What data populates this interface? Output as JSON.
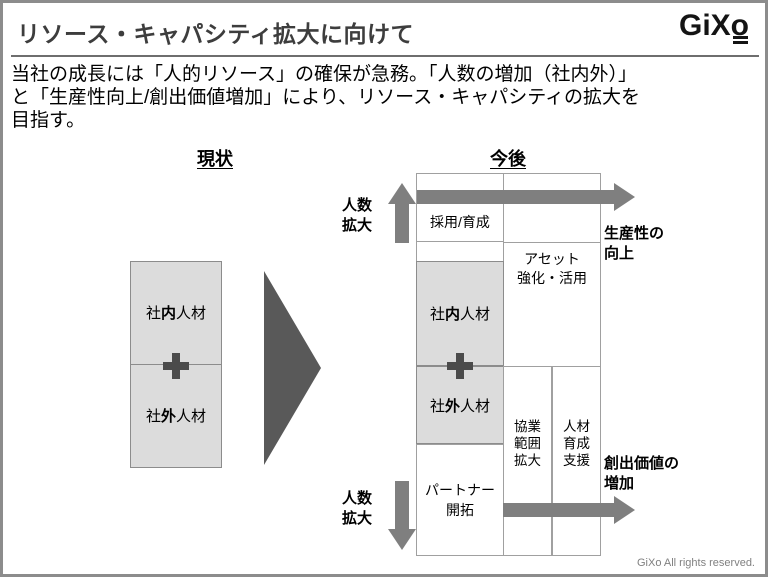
{
  "page": {
    "title": "リソース・キャパシティ拡大に向けて",
    "logo_text": "GiXo",
    "footer_text": "GiXo All rights reserved."
  },
  "intro": {
    "line1": "当社の成長には「人的リソース」の確保が急務。「人数の増加（社内外）」",
    "line2": "と「生産性向上/創出価値増加」により、リソース・キャパシティの拡大を",
    "line3": "目指す。"
  },
  "diagram": {
    "current_label": "現状",
    "future_label": "今後",
    "internal_talent": {
      "pre": "社",
      "emph": "内",
      "post": "人材"
    },
    "external_talent": {
      "pre": "社",
      "emph": "外",
      "post": "人材"
    },
    "recruit_label": "採用/育成",
    "asset": {
      "line1": "アセット",
      "line2": "強化・活用"
    },
    "partner": {
      "line1": "パートナー",
      "line2": "開拓"
    },
    "collab": {
      "line1": "協業",
      "line2": "範囲",
      "line3": "拡大"
    },
    "support": {
      "line1": "人材",
      "line2": "育成",
      "line3": "支援"
    },
    "headcount": {
      "line1": "人数",
      "line2": "拡大"
    },
    "productivity": {
      "line1": "生産性の",
      "line2": "向上"
    },
    "created_value": {
      "line1": "創出価値の",
      "line2": "増加"
    },
    "colors": {
      "box_fill": "#dcdcdc",
      "dark_arrow": "#595959",
      "gray_arrow": "#7f7f7f",
      "title_text": "#3d3d3d"
    }
  }
}
